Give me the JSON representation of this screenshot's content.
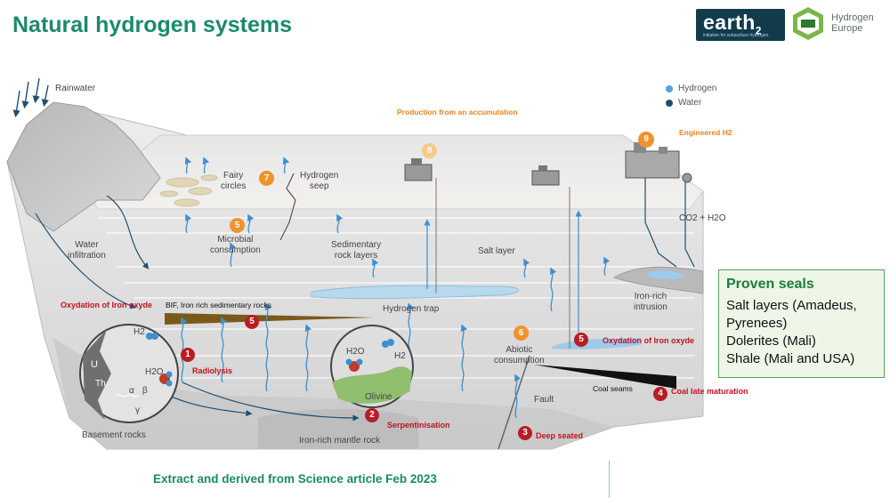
{
  "title": "Natural hydrogen systems",
  "footer": "Extract and derived from Science article Feb 2023",
  "logos": {
    "earth2": "earth",
    "earth2_sub": "2",
    "earth2_tagline": "initiative for subsurface hydrogen",
    "hydrogen_europe_line1": "Hydrogen",
    "hydrogen_europe_line2": "Europe"
  },
  "legend": {
    "hydrogen": "Hydrogen",
    "water": "Water",
    "hydrogen_color": "#4ba6e0",
    "water_color": "#1f4f73"
  },
  "labels": {
    "rainwater": "Rainwater",
    "water_infiltration": "Water\ninfiltration",
    "fairy_circles": "Fairy\ncircles",
    "hydrogen_seep": "Hydrogen\nseep",
    "microbial_consumption": "Microbial\nconsumption",
    "sedimentary_rock_layers": "Sedimentary\nrock layers",
    "salt_layer": "Salt layer",
    "hydrogen_trap": "Hydrogen trap",
    "abiotic_consumption": "Abiotic\nconsumption",
    "fault": "Fault",
    "iron_rich_intrusion": "Iron-rich\nintrusion",
    "co2_h2o": "CO2 + H2O",
    "basement_rocks": "Basement rocks",
    "iron_rich_mantle_rock": "Iron-rich mantle rock",
    "olivine": "Olivine",
    "h2_a": "H2",
    "h2o_a": "H2O",
    "u": "U",
    "th": "Th",
    "alpha": "α",
    "beta": "β",
    "gamma": "γ",
    "h2o_b": "H2O",
    "h2_b": "H2",
    "bif": "BIF, Iron rich sedimentary rocks",
    "coal_seams": "Coal seams"
  },
  "annotations": {
    "production_from_accumulation": "Production from\nan accumulation",
    "engineered_h2": "Engineered H2",
    "oxydation_left": "Oxydation of Iron oxyde",
    "radiolysis": "Radiolysis",
    "serpentinisation": "Serpentinisation",
    "deep_seated": "Deep seated",
    "coal_late_maturation": "Coal late maturation",
    "oxydation_right": "Oxydation of Iron oxyde"
  },
  "badges": {
    "b1": "1",
    "b2": "2",
    "b3": "3",
    "b4": "4",
    "b5a": "5",
    "b5b": "5",
    "b5c": "5",
    "b6": "6",
    "b7": "7",
    "b8": "8",
    "b9": "9"
  },
  "seals": {
    "title": "Proven seals",
    "items": [
      "Salt layers (Amadeus,",
      "Pyrenees)",
      "Dolerites (Mali)",
      "Shale (Mali and USA)"
    ]
  },
  "colors": {
    "brand_green": "#1b8a6b",
    "red_badge": "#b81d24",
    "orange_badge": "#f0922e",
    "dark_navy": "#123b4c"
  }
}
